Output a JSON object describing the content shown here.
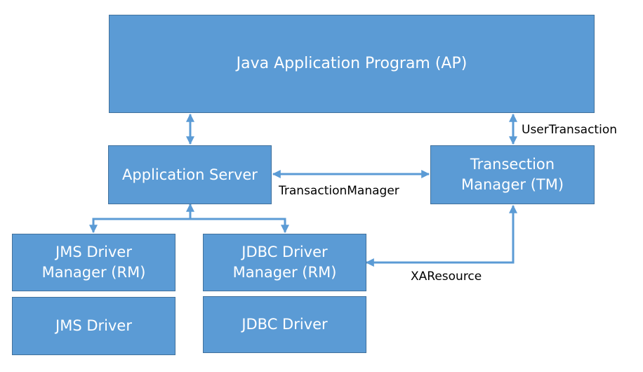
{
  "boxes": {
    "ap": "Java Application Program (AP)",
    "app_server": "Application Server",
    "tm": "Transection\nManager (TM)",
    "jms_manager": "JMS Driver\nManager (RM)",
    "jdbc_manager": "JDBC Driver\nManager (RM)",
    "jms_driver": "JMS Driver",
    "jdbc_driver": "JDBC Driver"
  },
  "labels": {
    "user_transaction": "UserTransaction",
    "transaction_manager": "TransactionManager",
    "xa_resource": "XAResource"
  },
  "colors": {
    "box_fill": "#5b9bd5",
    "box_border": "#41719c",
    "arrow": "#5b9bd5"
  }
}
